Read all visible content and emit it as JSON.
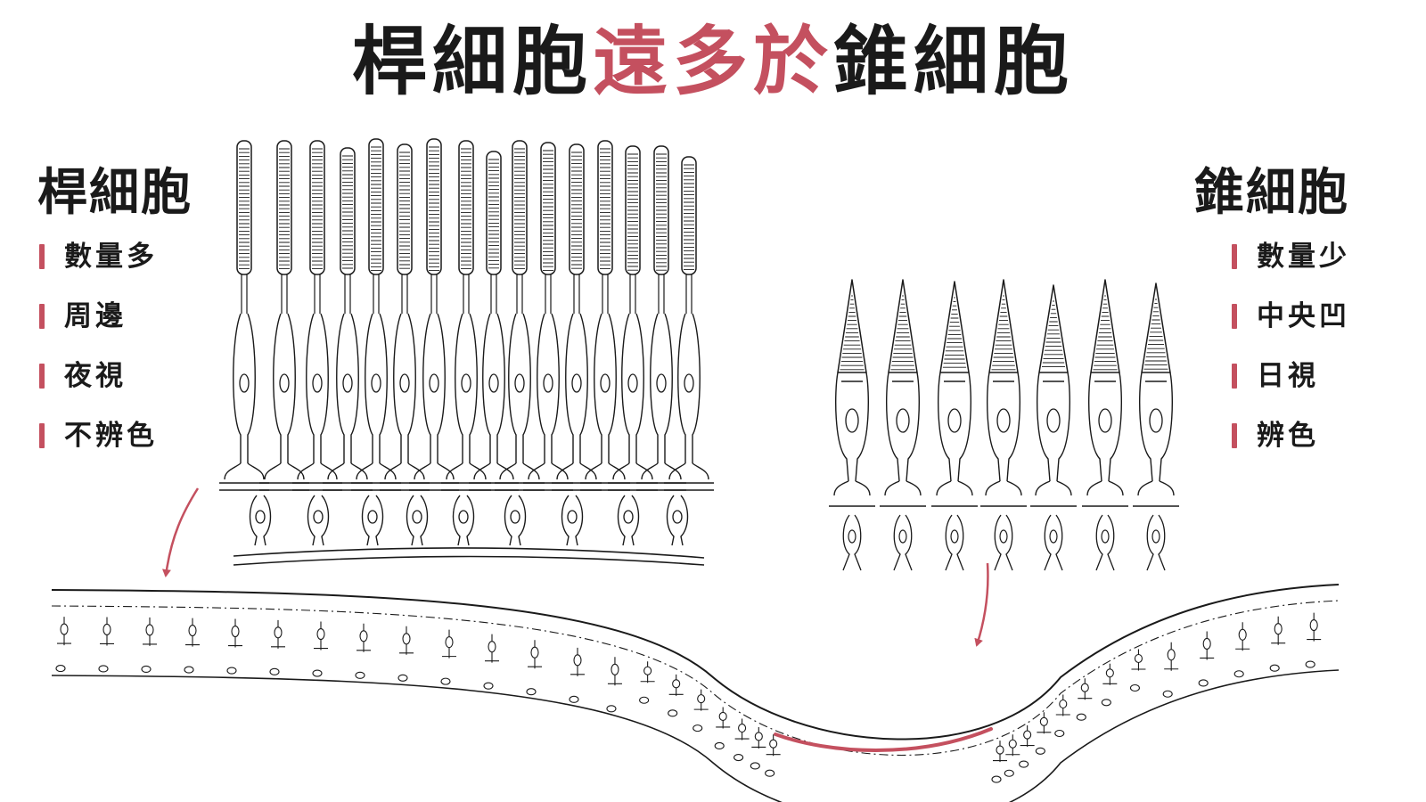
{
  "title": {
    "part1": "桿細胞",
    "part2": "遠多於",
    "part3": "錐細胞"
  },
  "rod_panel": {
    "heading": "桿細胞",
    "features": [
      "數量多",
      "周邊",
      "夜視",
      "不辨色"
    ]
  },
  "cone_panel": {
    "heading": "錐細胞",
    "features": [
      "數量少",
      "中央凹",
      "日視",
      "辨色"
    ]
  },
  "colors": {
    "accent": "#c4505f",
    "ink": "#1a1a1a"
  },
  "icons": {
    "rod_cells": "rod-cell-icon",
    "cone_cells": "cone-cell-icon",
    "arrows": "curved-arrow-icon"
  }
}
